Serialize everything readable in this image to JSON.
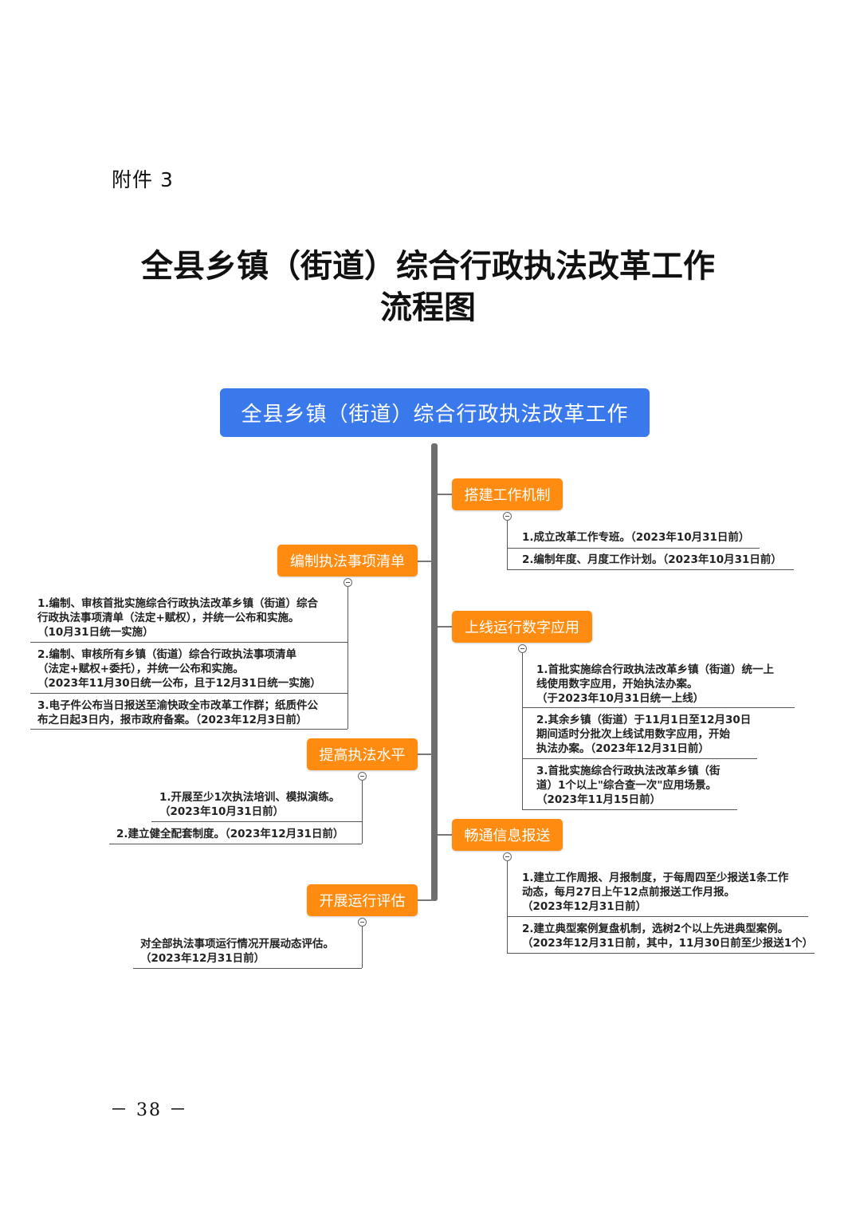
{
  "attachment_label": "附件 3",
  "title_lines": [
    "全县乡镇（街道）综合行政执法改革工作",
    "流程图"
  ],
  "root": "全县乡镇（街道）综合行政执法改革工作",
  "branches": {
    "b1": {
      "label": "搭建工作机制",
      "items": [
        [
          "1.成立改革工作专班。（2023年10月31日前）"
        ],
        [
          "2.编制年度、月度工作计划。（2023年10月31日前）"
        ]
      ]
    },
    "b2": {
      "label": "编制执法事项清单",
      "items": [
        [
          "1.编制、审核首批实施综合行政执法改革乡镇（街道）综合",
          "行政执法事项清单（法定+赋权），并统一公布和实施。",
          "（10月31日统一实施）"
        ],
        [
          "2.编制、审核所有乡镇（街道）综合行政执法事项清单",
          "（法定+赋权+委托），并统一公布和实施。",
          "（2023年11月30日统一公布，且于12月31日统一实施）"
        ],
        [
          "3.电子件公布当日报送至渝快政全市改革工作群；纸质件公",
          "布之日起3日内，报市政府备案。（2023年12月3日前）"
        ]
      ]
    },
    "b3": {
      "label": "上线运行数字应用",
      "items": [
        [
          "1.首批实施综合行政执法改革乡镇（街道）统一上",
          "线使用数字应用，开始执法办案。",
          "（于2023年10月31日统一上线）"
        ],
        [
          "2.其余乡镇（街道）于11月1日至12月30日",
          "期间适时分批次上线试用数字应用，开始",
          "执法办案。（2023年12月31日前）"
        ],
        [
          "3.首批实施综合行政执法改革乡镇（街",
          "道）1个以上\"综合查一次\"应用场景。",
          "（2023年11月15日前）"
        ]
      ]
    },
    "b4": {
      "label": "提高执法水平",
      "items": [
        [
          "1.开展至少1次执法培训、模拟演练。",
          "（2023年10月31日前）"
        ],
        [
          "2.建立健全配套制度。（2023年12月31日前）"
        ]
      ]
    },
    "b5": {
      "label": "畅通信息报送",
      "items": [
        [
          "1.建立工作周报、月报制度，于每周四至少报送1条工作",
          "动态，每月27日上午12点前报送工作月报。",
          "（2023年12月31日前）"
        ],
        [
          "2.建立典型案例复盘机制，选树2个以上先进典型案例。",
          "（2023年12月31日前，其中，11月30日前至少报送1个）"
        ]
      ]
    },
    "b6": {
      "label": "开展运行评估",
      "items": [
        [
          "对全部执法事项运行情况开展动态评估。",
          "（2023年12月31日前）"
        ]
      ]
    }
  },
  "page_number": "－ 38 －",
  "colors": {
    "root": "#3a79ec",
    "branch": "#ff8c10",
    "trunk": "#6e6e6e"
  }
}
